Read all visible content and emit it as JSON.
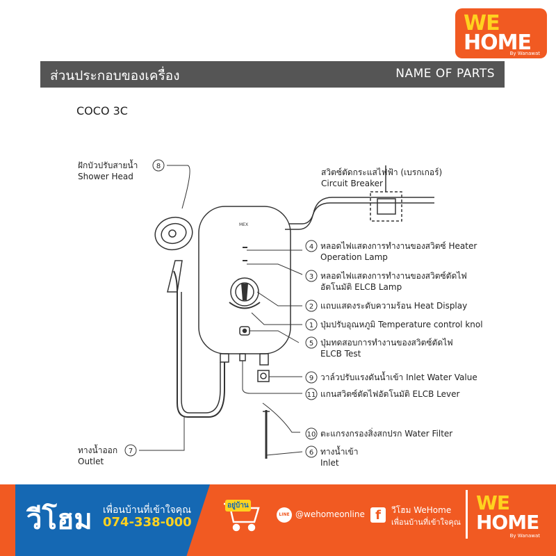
{
  "brand": {
    "we": "WE",
    "home": "HOME",
    "by": "By Wanawat"
  },
  "header": {
    "title_th": "ส่วนประกอบของเครื่อง",
    "title_en": "NAME OF PARTS"
  },
  "model": "COCO 3C",
  "heater_logo": "MEX",
  "parts": [
    {
      "num": "8",
      "th": "ฝักบัวปรับสายน้ำ",
      "en": "Shower Head"
    },
    {
      "num": "",
      "th": "สวิตซ์ตัดกระแสไฟฟ้า (เบรกเกอร์)",
      "en": "Circuit Breaker"
    },
    {
      "num": "4",
      "th": "หลอดไฟแสดงการทำงานของสวิตซ์ Heater",
      "en": "Operation Lamp"
    },
    {
      "num": "3",
      "th": "หลอดไฟแสดงการทำงานของสวิตซ์ตัดไฟ",
      "en": "อัตโนมัติ ELCB Lamp"
    },
    {
      "num": "2",
      "th": "แถบแสดงระดับความร้อน Heat Display",
      "en": ""
    },
    {
      "num": "1",
      "th": "ปุ่มปรับอุณหภูมิ Temperature control knol",
      "en": ""
    },
    {
      "num": "5",
      "th": "ปุ่มทดสอบการทำงานของสวิตซ์ตัดไฟ",
      "en": "ELCB Test"
    },
    {
      "num": "9",
      "th": "วาล์วปรับแรงดันน้ำเข้า Inlet Water Value",
      "en": ""
    },
    {
      "num": "11",
      "th": "แกนสวิตซ์ตัดไฟอัตโนมัติ ELCB Lever",
      "en": ""
    },
    {
      "num": "10",
      "th": "ตะแกรงกรองสิ่งสกปรก Water Filter",
      "en": ""
    },
    {
      "num": "6",
      "th": "ทางน้ำเข้า",
      "en": "Inlet"
    },
    {
      "num": "7",
      "th": "ทางน้ำออก",
      "en": "Outlet"
    }
  ],
  "footer": {
    "brand_th": "วีโฮม",
    "tagline": "เพื่อนบ้านที่เข้าใจคุณ",
    "phone": "074-338-000",
    "cart_badge": "อยู่บ้าน",
    "line_icon": "LINE",
    "line_handle": "@wehomeonline",
    "fb_icon": "f",
    "fb_name": "วีโฮม WeHome",
    "fb_tagline": "เพื่อนบ้านที่เข้าใจคุณ"
  },
  "colors": {
    "orange": "#f15a22",
    "blue": "#1568b3",
    "yellow": "#ffd21f",
    "header_gray": "#555555"
  }
}
